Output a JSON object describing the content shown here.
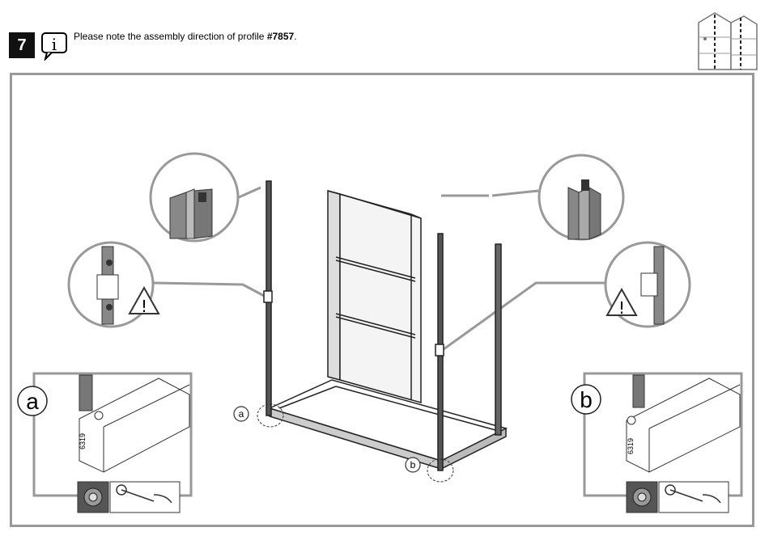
{
  "step": {
    "number": "7"
  },
  "note": {
    "text": "Please note the assembly direction of profile ",
    "profile": "#7857",
    "suffix": "."
  },
  "details": {
    "a_label": "a",
    "b_label": "b",
    "a_callout": "a",
    "b_callout": "b",
    "a_code": "6319",
    "b_code": "6319"
  },
  "icons": [
    "info-icon",
    "warning-icon",
    "wrench-icon",
    "shed-thumbnail-icon"
  ]
}
